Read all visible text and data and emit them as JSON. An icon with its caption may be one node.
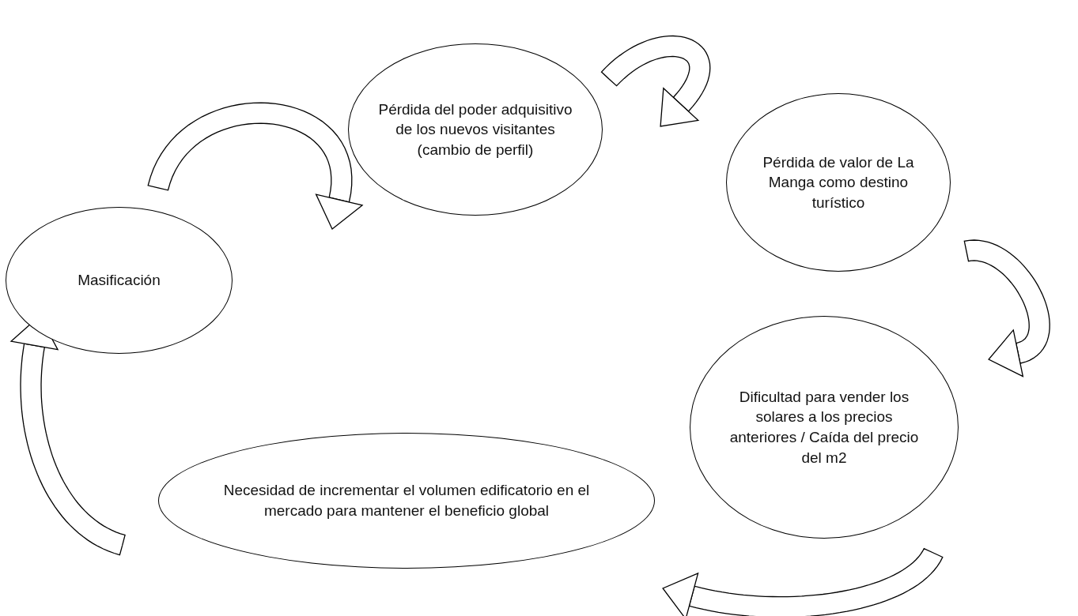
{
  "diagram": {
    "nodes": [
      {
        "text": [
          "Masificación"
        ]
      },
      {
        "text": [
          "Pérdida del poder adquisitivo de los nuevos visitantes (cambio de perfil)"
        ]
      },
      {
        "text": [
          "Pérdida de valor de La Manga como destino turístico"
        ]
      },
      {
        "text": [
          "Dificultad para vender los solares a los precios anteriores / Caída del precio del m2"
        ]
      },
      {
        "text": [
          "Necesidad de incrementar el volumen edificatorio en el mercado para mantener el beneficio global"
        ]
      }
    ],
    "edges": [
      {
        "from": 0,
        "to": 1,
        "arrow": "to"
      },
      {
        "from": 1,
        "to": 2,
        "arrow": "to"
      },
      {
        "from": 2,
        "to": 3,
        "arrow": "to"
      },
      {
        "from": 3,
        "to": 4,
        "arrow": "to"
      },
      {
        "from": 4,
        "to": 0,
        "arrow": "to"
      }
    ]
  }
}
